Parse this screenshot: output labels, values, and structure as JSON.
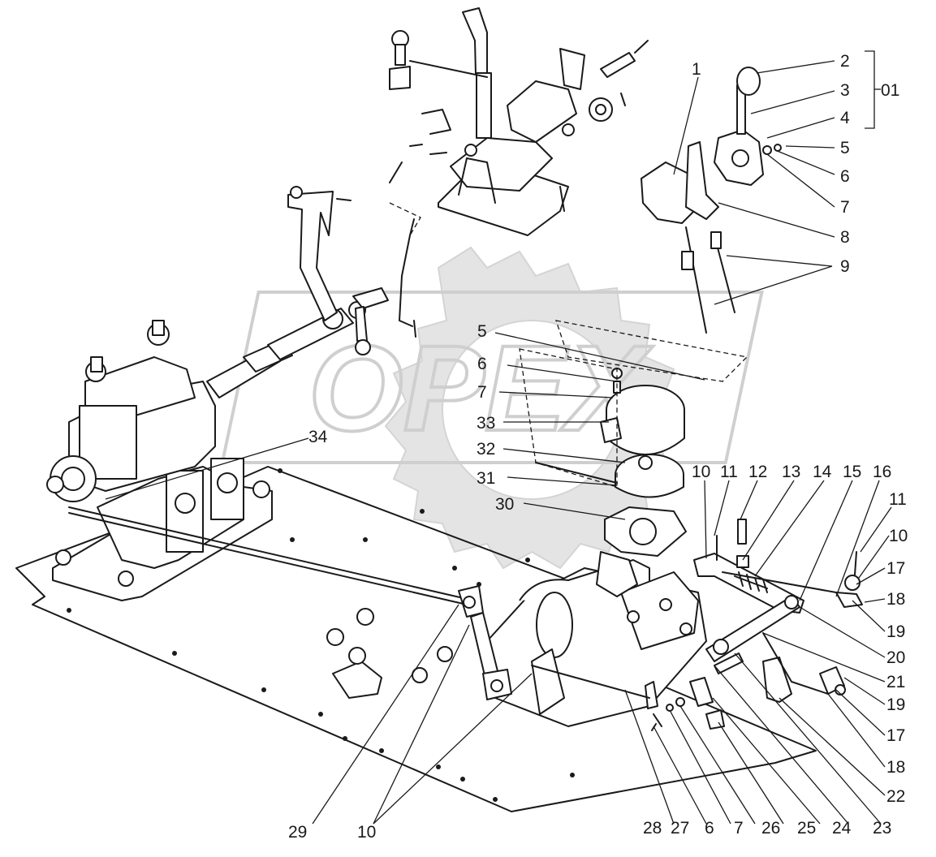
{
  "watermark": "OPEX",
  "labels": {
    "top_right": [
      "2",
      "3",
      "4",
      "01",
      "5",
      "6",
      "7",
      "8",
      "9",
      "1"
    ],
    "center": [
      "5",
      "6",
      "7",
      "33",
      "32",
      "31",
      "30",
      "34"
    ],
    "right_row": [
      "10",
      "11",
      "12",
      "13",
      "14",
      "15",
      "16"
    ],
    "right_column": [
      "11",
      "10",
      "17",
      "18",
      "19",
      "20",
      "21",
      "19",
      "17",
      "18",
      "22"
    ],
    "bottom": [
      "29",
      "10",
      "28",
      "27",
      "6",
      "7",
      "26",
      "25",
      "24",
      "23"
    ]
  }
}
